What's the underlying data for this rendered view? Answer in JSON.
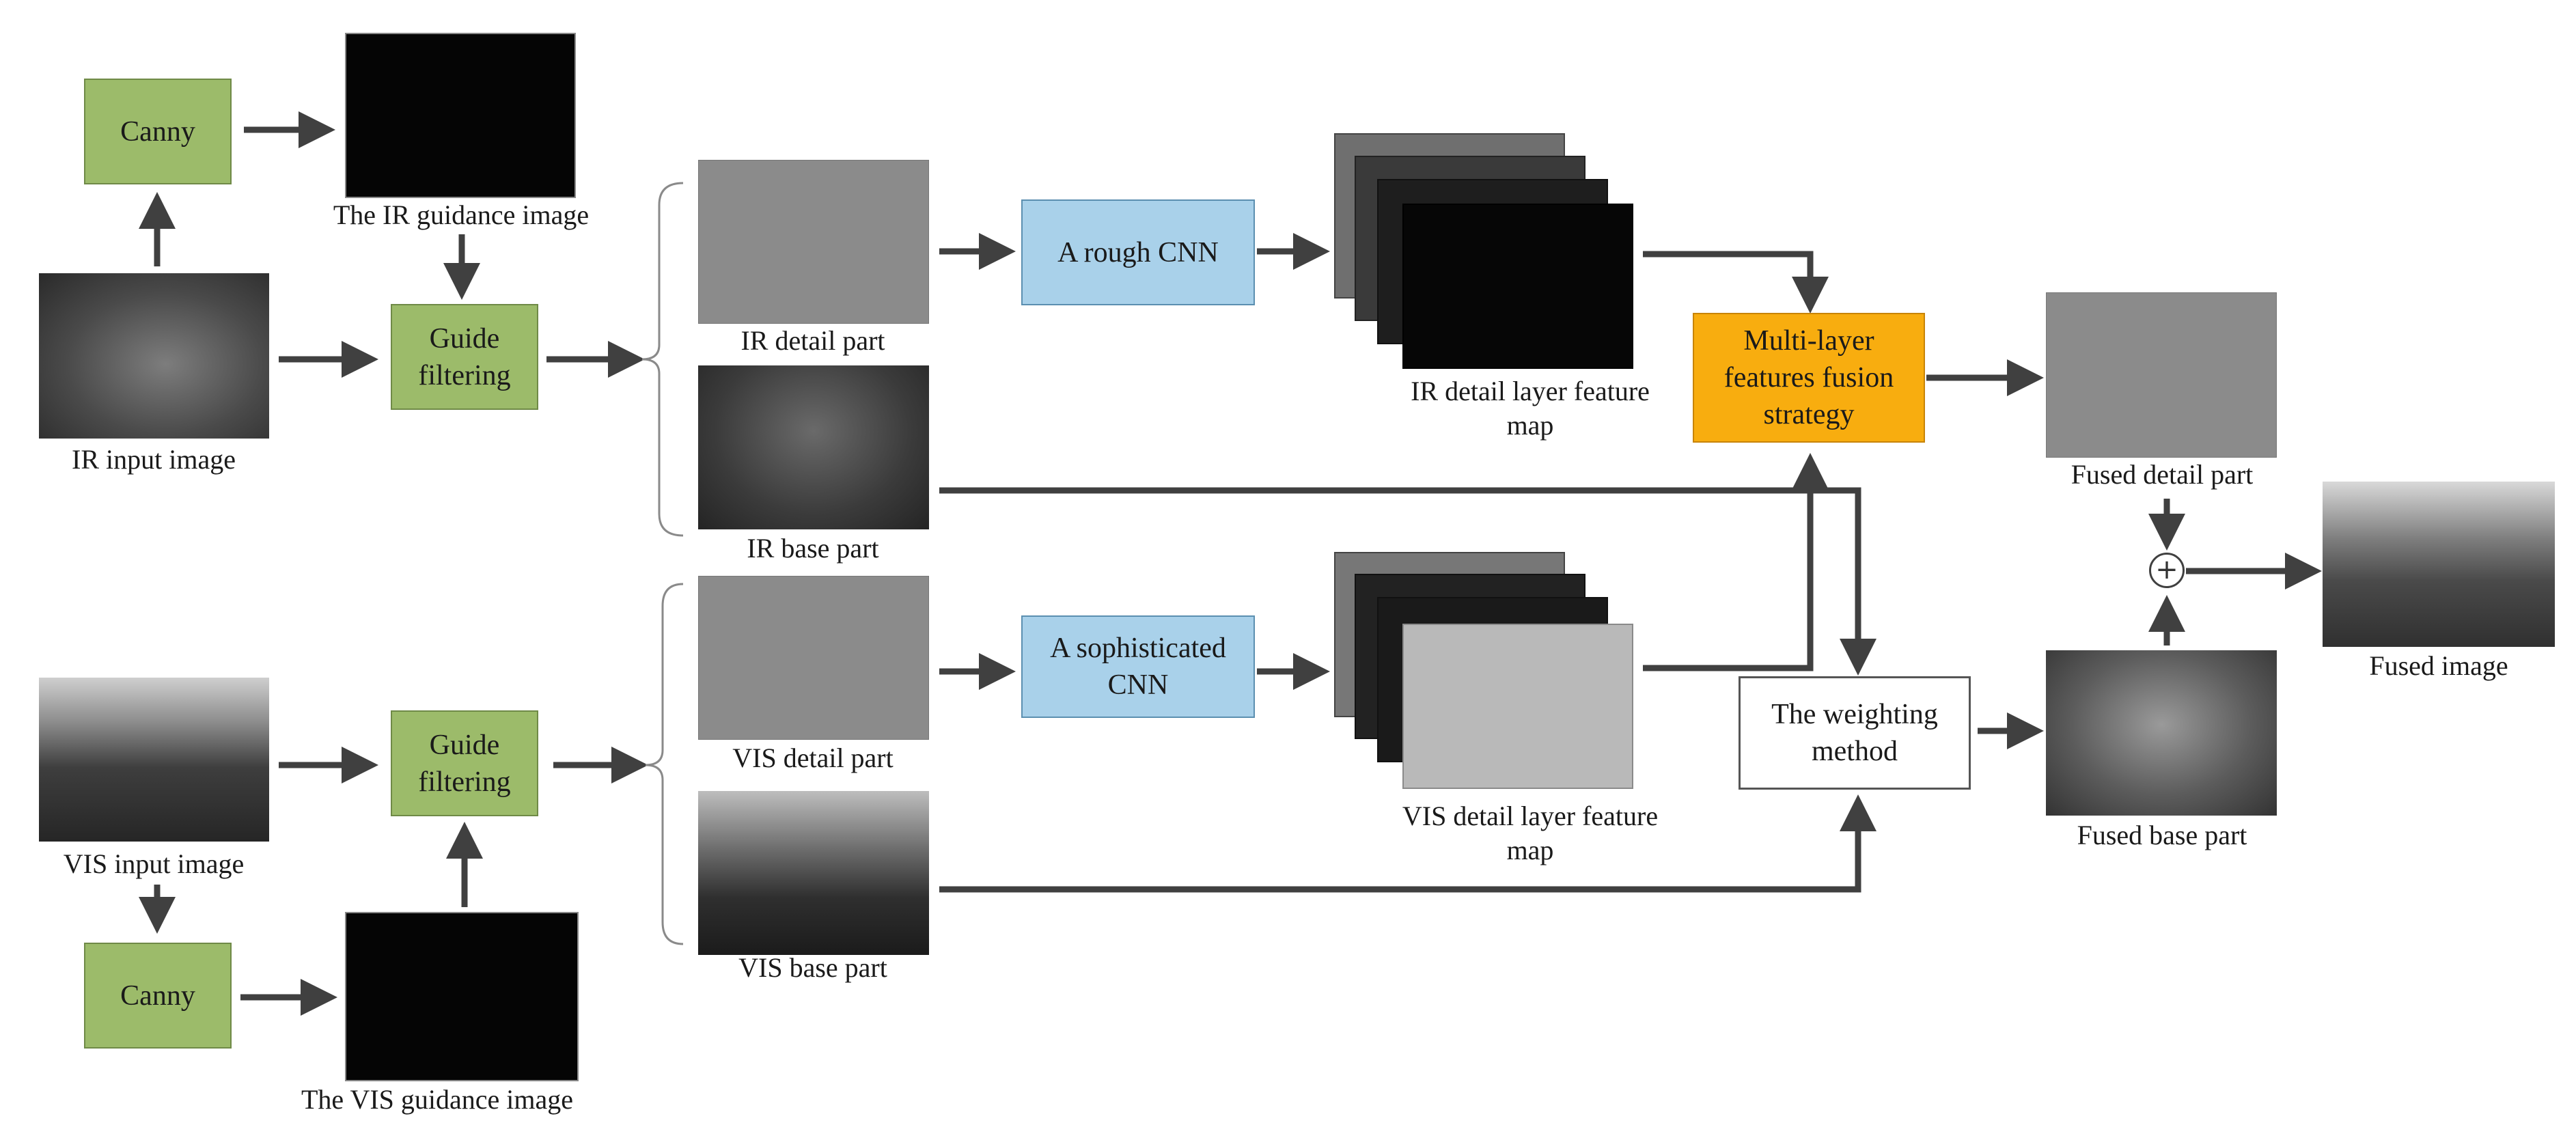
{
  "nodes": {
    "canny_ir": "Canny",
    "canny_vis": "Canny",
    "guide_ir": "Guide\nfiltering",
    "guide_vis": "Guide\nfiltering",
    "rough_cnn": "A rough CNN",
    "soph_cnn": "A sophisticated\nCNN",
    "fusion": "Multi-layer\nfeatures fusion\nstrategy",
    "weighting": "The weighting\nmethod",
    "plus": "+"
  },
  "captions": {
    "ir_guidance": "The IR guidance image",
    "ir_input": "IR input image",
    "ir_detail": "IR detail part",
    "ir_base": "IR base part",
    "ir_feature": "IR detail layer feature\nmap",
    "vis_input": "VIS input image",
    "vis_guidance": "The VIS guidance image",
    "vis_detail": "VIS detail part",
    "vis_base": "VIS base part",
    "vis_feature": "VIS detail layer feature\nmap",
    "fused_detail": "Fused detail part",
    "fused_base": "Fused base part",
    "fused_image": "Fused image"
  },
  "colors": {
    "green": "#9cbb6a",
    "blue": "#a9d1ea",
    "orange": "#f8ad0f",
    "arrow": "#404040"
  }
}
